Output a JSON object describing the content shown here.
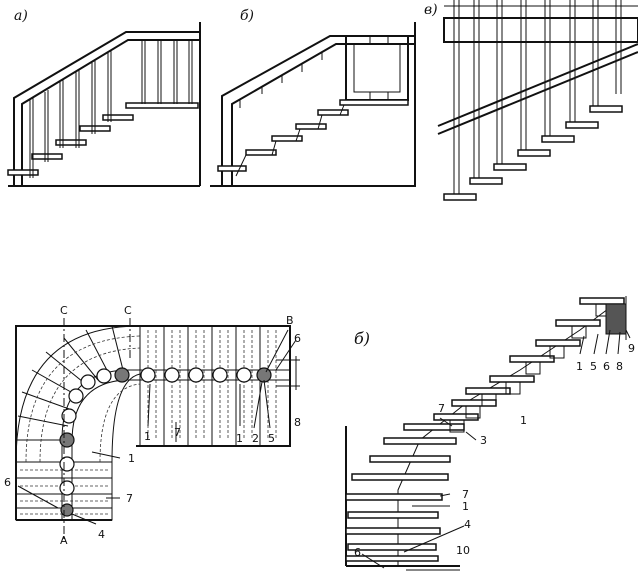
{
  "panels": {
    "a": {
      "label": "а)"
    },
    "b": {
      "label": "б)"
    },
    "v": {
      "label": "в)"
    },
    "plan": {
      "label_A": "А",
      "label_C1": "С",
      "label_C2": "С",
      "label_B": "В",
      "callout_6_right": "6",
      "callout_8": "8",
      "callout_5": "5",
      "callout_2": "2",
      "callout_1_right": "1",
      "callout_7_bottom": "7",
      "callout_1_mid": "1",
      "callout_1_curve": "1",
      "callout_6_left": "6",
      "callout_7_left": "7",
      "callout_4": "4"
    },
    "section": {
      "label": "б)",
      "callout_7_top": "7",
      "callout_3": "3",
      "callout_1_mid": "1",
      "callout_1_upper": "1",
      "callout_5": "5",
      "callout_6_upper": "6",
      "callout_8": "8",
      "callout_9": "9",
      "callout_7_low": "7",
      "callout_1_low": "1",
      "callout_4": "4",
      "callout_6_low": "6",
      "callout_10": "10"
    }
  }
}
